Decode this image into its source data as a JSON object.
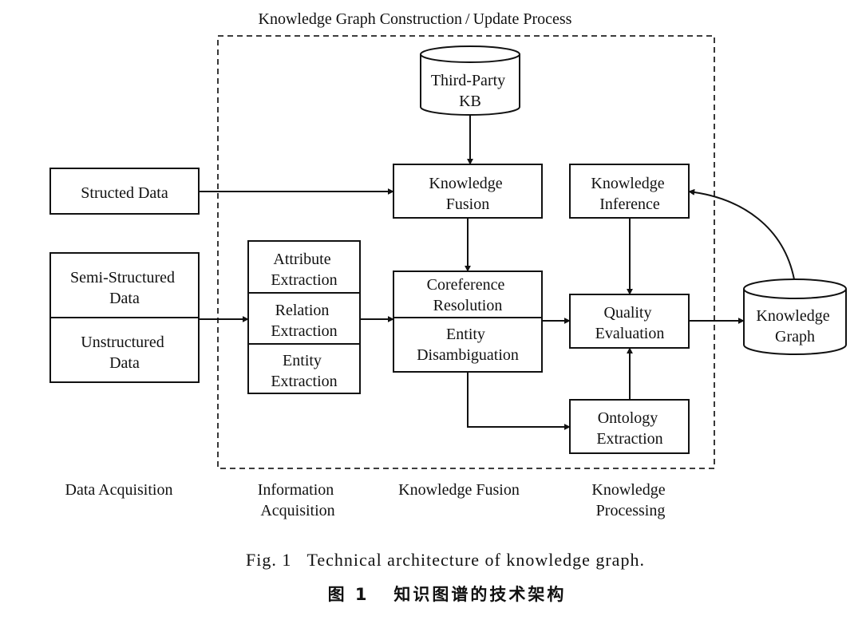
{
  "title": "Knowledge Graph Construction / Update Process",
  "nodes": {
    "third_party_kb": [
      "Third-Party",
      "KB"
    ],
    "structed_data": [
      "Structed Data"
    ],
    "semi_structured_data": [
      "Semi-Structured",
      "Data"
    ],
    "unstructured_data": [
      "Unstructured",
      "Data"
    ],
    "attribute_extraction": [
      "Attribute",
      "Extraction"
    ],
    "relation_extraction": [
      "Relation",
      "Extraction"
    ],
    "entity_extraction": [
      "Entity",
      "Extraction"
    ],
    "knowledge_fusion_box": [
      "Knowledge",
      "Fusion"
    ],
    "coreference_resolution": [
      "Coreference",
      "Resolution"
    ],
    "entity_disambiguation": [
      "Entity",
      "Disambiguation"
    ],
    "knowledge_inference": [
      "Knowledge",
      "Inference"
    ],
    "quality_evaluation": [
      "Quality",
      "Evaluation"
    ],
    "ontology_extraction": [
      "Ontology",
      "Extraction"
    ],
    "knowledge_graph": [
      "Knowledge",
      "Graph"
    ]
  },
  "stages": {
    "data_acquisition": [
      "Data Acquisition"
    ],
    "information_acquisition": [
      "Information",
      "Acquisition"
    ],
    "knowledge_fusion": [
      "Knowledge Fusion"
    ],
    "knowledge_processing": [
      "Knowledge",
      "Processing"
    ]
  },
  "caption_en": "Fig. 1   Technical architecture of knowledge graph.",
  "caption_cn": "图 1   知识图谱的技术架构"
}
